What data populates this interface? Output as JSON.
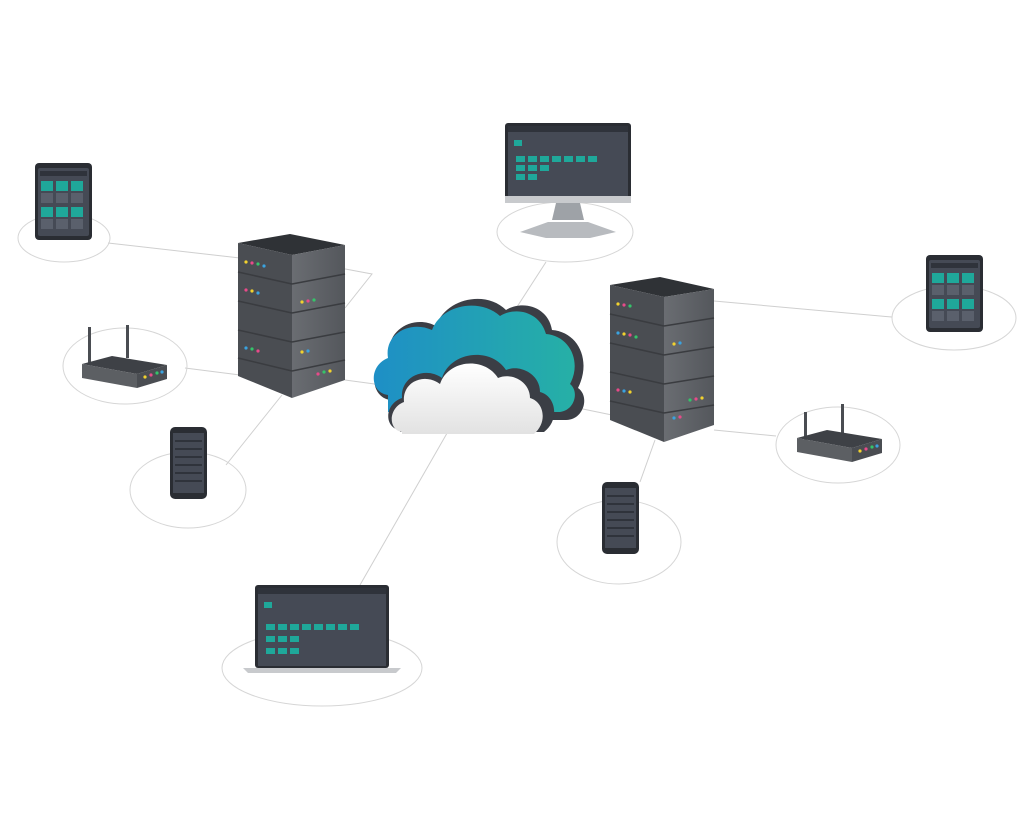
{
  "diagram": {
    "colors": {
      "background": "#ffffff",
      "link_line": "#cfcfcf",
      "ring": "#d6d6d6",
      "server_body": "#5c5f63",
      "server_top": "#2f3236",
      "device_frame": "#3a3d44",
      "device_screen": "#454a55",
      "teal": "#1fa89a",
      "cloud_blue": "#1e8fc6",
      "cloud_teal": "#26b0a6",
      "cloud_white": "#f4f4f4",
      "led_yellow": "#f2d22e",
      "led_pink": "#e84a8a",
      "led_green": "#35c46a",
      "led_blue": "#3aa3e0"
    },
    "nodes": [
      {
        "id": "cloud",
        "type": "cloud"
      },
      {
        "id": "server-left",
        "type": "server-rack"
      },
      {
        "id": "server-right",
        "type": "server-rack"
      },
      {
        "id": "tablet-top-left",
        "type": "tablet"
      },
      {
        "id": "router-left",
        "type": "router"
      },
      {
        "id": "phone-left",
        "type": "phone"
      },
      {
        "id": "desktop-top",
        "type": "desktop-monitor"
      },
      {
        "id": "tablet-right",
        "type": "tablet"
      },
      {
        "id": "router-right",
        "type": "router"
      },
      {
        "id": "phone-right",
        "type": "phone"
      },
      {
        "id": "laptop-bottom",
        "type": "laptop"
      }
    ],
    "links": [
      [
        "tablet-top-left",
        "server-left"
      ],
      [
        "router-left",
        "server-left"
      ],
      [
        "phone-left",
        "server-left"
      ],
      [
        "server-left",
        "cloud"
      ],
      [
        "desktop-top",
        "cloud"
      ],
      [
        "laptop-bottom",
        "cloud"
      ],
      [
        "cloud",
        "server-right"
      ],
      [
        "tablet-right",
        "server-right"
      ],
      [
        "router-right",
        "server-right"
      ],
      [
        "phone-right",
        "server-right"
      ]
    ]
  }
}
